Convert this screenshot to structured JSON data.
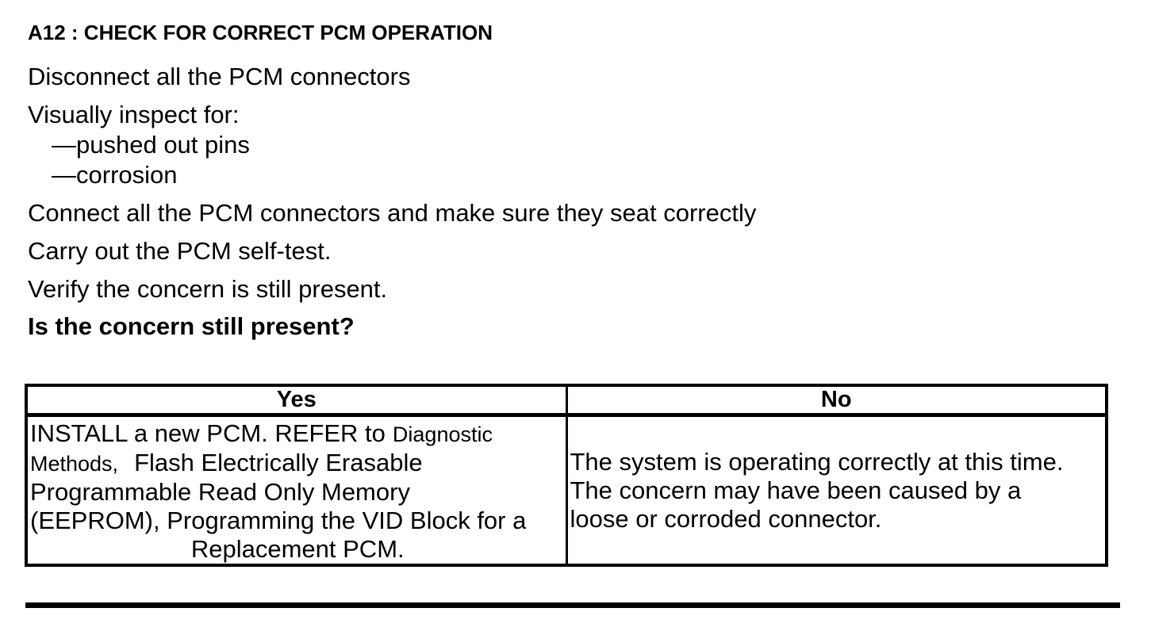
{
  "document": {
    "heading": "A12 : CHECK FOR CORRECT PCM OPERATION",
    "steps": {
      "step1": "Disconnect all the PCM connectors",
      "step2": "Visually inspect for:",
      "step2_item1": "—pushed out pins",
      "step2_item2": "—corrosion",
      "step3": "Connect all the PCM connectors and make sure they seat correctly",
      "step4": "Carry out the PCM self-test.",
      "step5": "Verify the concern is still present.",
      "question": "Is the concern still present?"
    },
    "result_table": {
      "yes_header": "Yes",
      "no_header": "No",
      "yes_action": {
        "line1_text": "INSTALL a new PCM. REFER to",
        "line1_ref": "Diagnostic",
        "line2_ref": "Methods,",
        "line2_text": "Flash Electrically Erasable",
        "line3": "Programmable Read Only Memory",
        "line4": "(EEPROM), Programming the VID Block for a",
        "line5": "Replacement PCM."
      },
      "no_action": {
        "line1": "The system is operating correctly at this time.",
        "line2": "The concern may have been caused by a",
        "line3": "loose or corroded connector."
      }
    },
    "colors": {
      "text": "#000000",
      "background": "#ffffff",
      "border": "#000000"
    }
  }
}
